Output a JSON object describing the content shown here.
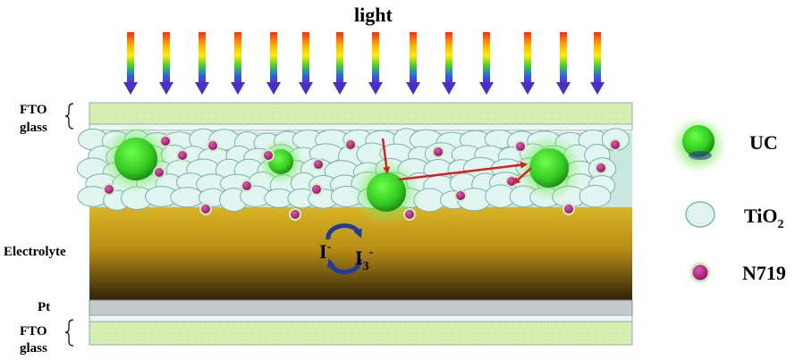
{
  "title": "light",
  "labels": {
    "fto_top_line1": "FTO",
    "fto_top_line2": "glass",
    "electrolyte": "Electrolyte",
    "pt": "Pt",
    "fto_bottom_line1": "FTO",
    "fto_bottom_line2": "glass"
  },
  "redox": {
    "iodide": "I",
    "iodide_charge": "-",
    "triiodide": "I",
    "triiodide_sub": "3",
    "triiodide_charge": "-"
  },
  "legend": [
    {
      "key": "uc",
      "label": "UC",
      "label_sub": ""
    },
    {
      "key": "tio2",
      "label": "TiO",
      "label_sub": "2"
    },
    {
      "key": "n719",
      "label": "N719",
      "label_sub": ""
    }
  ],
  "colors": {
    "fto": "#d8efb4",
    "electrolyte_top": "#c7a21b",
    "electrolyte_bottom": "#3a2a08",
    "pt": "#c3c9cc",
    "tio2_fill": "#dff4ef",
    "tio2_stroke": "#7fb8b0",
    "uc": "#3fd62a",
    "n719": "#b4187e",
    "redox_arrow": "#1f3aa0",
    "red_arrow": "#d62020"
  }
}
